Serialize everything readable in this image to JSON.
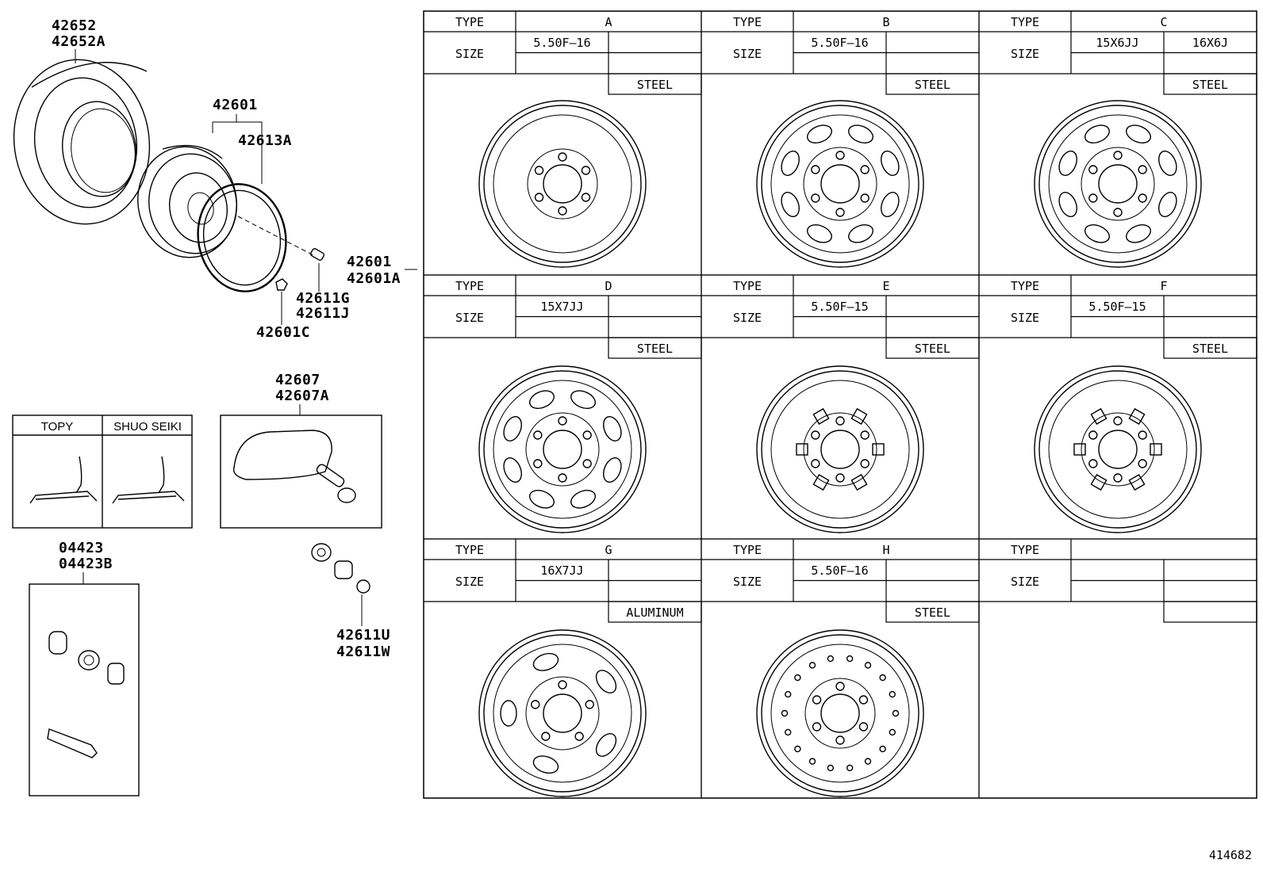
{
  "part_labels": {
    "tire": [
      "42652",
      "42652A"
    ],
    "wheel": "42601",
    "ring": "42613A",
    "wheel_ref": [
      "42601",
      "42601A"
    ],
    "valve": [
      "42611G",
      "42611J"
    ],
    "nut": "42601C",
    "sensor": [
      "42607",
      "42607A"
    ],
    "seal": [
      "42611U",
      "42611W"
    ],
    "kit": [
      "04423",
      "04423B"
    ]
  },
  "makers": {
    "left": "TOPY",
    "right": "SHUO SEIKI"
  },
  "table": {
    "type_label": "TYPE",
    "size_label": "SIZE",
    "wheels": [
      {
        "type": "A",
        "size": [
          "5.50F–16",
          ""
        ],
        "material": "STEEL"
      },
      {
        "type": "B",
        "size": [
          "5.50F–16",
          ""
        ],
        "material": "STEEL"
      },
      {
        "type": "C",
        "size": [
          "15X6JJ",
          "16X6J"
        ],
        "material": "STEEL"
      },
      {
        "type": "D",
        "size": [
          "15X7JJ",
          ""
        ],
        "material": "STEEL"
      },
      {
        "type": "E",
        "size": [
          "5.50F–15",
          ""
        ],
        "material": "STEEL"
      },
      {
        "type": "F",
        "size": [
          "5.50F–15",
          ""
        ],
        "material": "STEEL"
      },
      {
        "type": "G",
        "size": [
          "16X7JJ",
          ""
        ],
        "material": "ALUMINUM"
      },
      {
        "type": "H",
        "size": [
          "5.50F–16",
          ""
        ],
        "material": "STEEL"
      },
      {
        "type": "",
        "size": [
          "",
          ""
        ],
        "material": ""
      }
    ]
  },
  "diagram_id": "414682"
}
